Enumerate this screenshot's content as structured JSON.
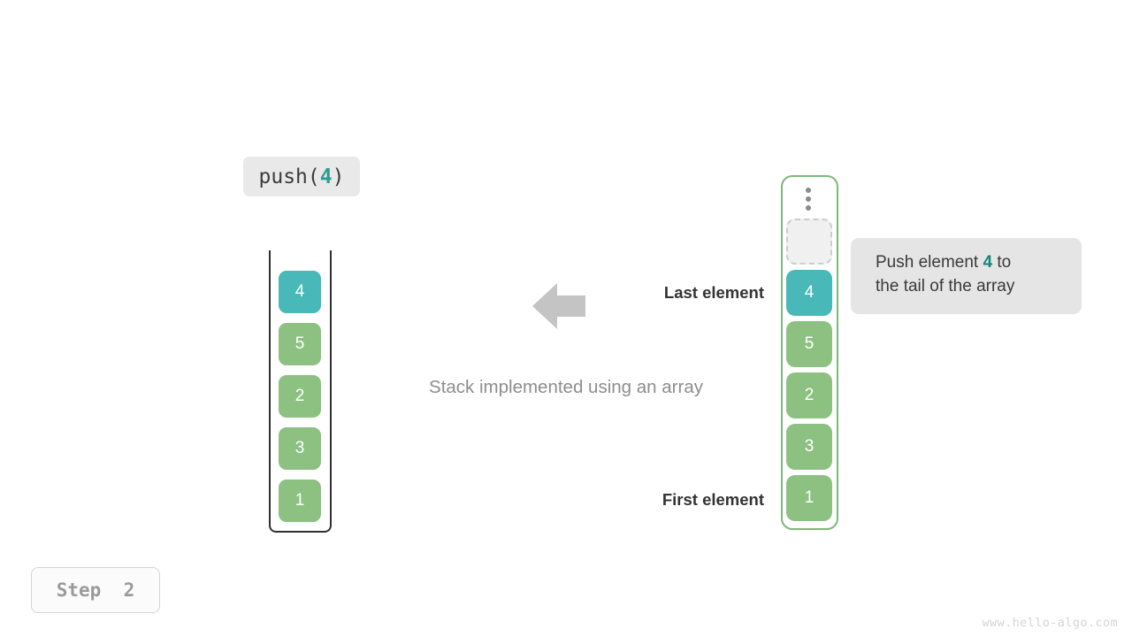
{
  "operation": {
    "label_prefix": "push(",
    "label_arg": "4",
    "label_suffix": ")"
  },
  "left_stack": {
    "caption": "Stack implemented using an array",
    "top_caption": "Last element",
    "bottom_caption": "First element",
    "arrow_icon": "arrow-left-icon",
    "cells": [
      {
        "value": "4",
        "color": "#48b8b8",
        "state": "highlight"
      },
      {
        "value": "5",
        "color": "#8cc182",
        "state": "normal"
      },
      {
        "value": "2",
        "color": "#8cc182",
        "state": "normal"
      },
      {
        "value": "3",
        "color": "#8cc182",
        "state": "normal"
      },
      {
        "value": "1",
        "color": "#8cc182",
        "state": "normal"
      }
    ]
  },
  "right_array": {
    "ellipsis_icon": "vertical-ellipsis-icon",
    "border_color": "#7cb87c",
    "cells": [
      {
        "value": "",
        "color": "#f0f0f0",
        "state": "empty"
      },
      {
        "value": "4",
        "color": "#48b8b8",
        "state": "highlight"
      },
      {
        "value": "5",
        "color": "#8cc182",
        "state": "normal"
      },
      {
        "value": "2",
        "color": "#8cc182",
        "state": "normal"
      },
      {
        "value": "3",
        "color": "#8cc182",
        "state": "normal"
      },
      {
        "value": "1",
        "color": "#8cc182",
        "state": "normal"
      }
    ]
  },
  "annotation": {
    "line1_before": "Push element ",
    "line1_highlight": "4",
    "line1_after": " to",
    "line2": "the tail of the array",
    "highlight_color": "#14857a"
  },
  "step": {
    "label": "Step  2"
  },
  "watermark": {
    "text": "www.hello-algo.com"
  }
}
